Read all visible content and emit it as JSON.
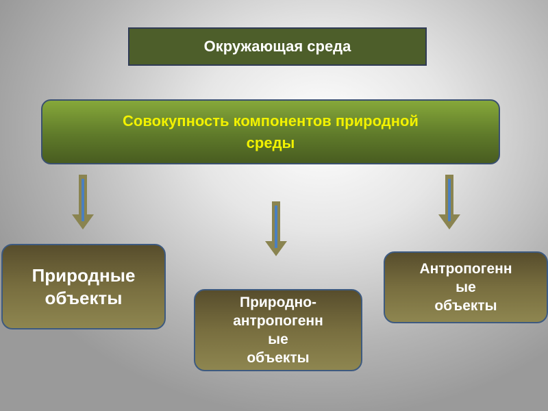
{
  "title": "Окружающая среда",
  "main": {
    "line1": "Совокупность компонентов природной",
    "line2": "среды"
  },
  "objects": [
    {
      "lines": [
        "Природные",
        "объекты"
      ]
    },
    {
      "lines": [
        "Природно-",
        "антропогенн",
        "ые",
        "объекты"
      ]
    },
    {
      "lines": [
        "Антропогенн",
        "ые",
        "объекты"
      ]
    }
  ],
  "colors": {
    "arrow": "#8a8450",
    "arrow_core": "#4a7fc0",
    "main_text": "#f2f200"
  }
}
